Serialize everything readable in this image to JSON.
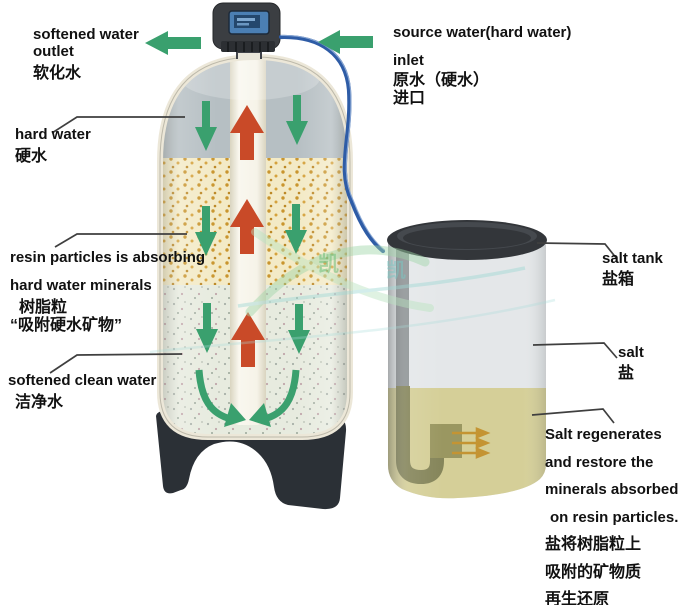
{
  "labels": {
    "softened_outlet": {
      "line1": "softened water",
      "line2": "outlet",
      "zh": "软化水"
    },
    "hard_water": {
      "line1": "hard water",
      "zh": "硬水"
    },
    "resin_absorb": {
      "line1": "resin particles is absorbing",
      "line2": "hard water minerals",
      "zh1": "树脂粒",
      "zh2": "“吸附硬水矿物”"
    },
    "softened_clean": {
      "line1": "softened clean water",
      "zh": "洁净水"
    },
    "source_inlet": {
      "line1": "source water(hard water)",
      "line2": "inlet",
      "zh1": "原水（硬水）",
      "zh2": "进口"
    },
    "salt_tank": {
      "line1": "salt tank",
      "zh": "盐箱"
    },
    "salt": {
      "line1": "salt",
      "zh": "盐"
    },
    "regeneration": {
      "line1": "Salt regenerates",
      "line2": "and restore the",
      "line3": "minerals absorbed",
      "line4": "on resin particles.",
      "zh1": "盐将树脂粒上",
      "zh2": "吸附的矿物质",
      "zh3": "再生还原"
    }
  },
  "watermark": {
    "left_char": "凯",
    "right_char": "凯"
  },
  "colors": {
    "flow_green": "#3aa06e",
    "flow_red": "#c94a28",
    "hard_water_zone": "#b6bfc3",
    "resin_bed_bg": "#f3eac6",
    "resin_dot": "#cd9733",
    "clean_water_zone": "#e7ebdf",
    "tank_border": "#ece7d8",
    "stand_dark": "#2b3036",
    "valve_body": "#3b3e42",
    "valve_screen_blue": "#4b7fb4",
    "salt_tank_body": "#e4e7e9",
    "salt_tank_lid": "#33363a",
    "salt_zone": "#d5cf98",
    "brine_tube_olive": "#85855a",
    "brine_arrow_orange": "#c49433",
    "connector_tube_blue": "#2e5ca6",
    "leader_line": "#3f3f3f"
  }
}
